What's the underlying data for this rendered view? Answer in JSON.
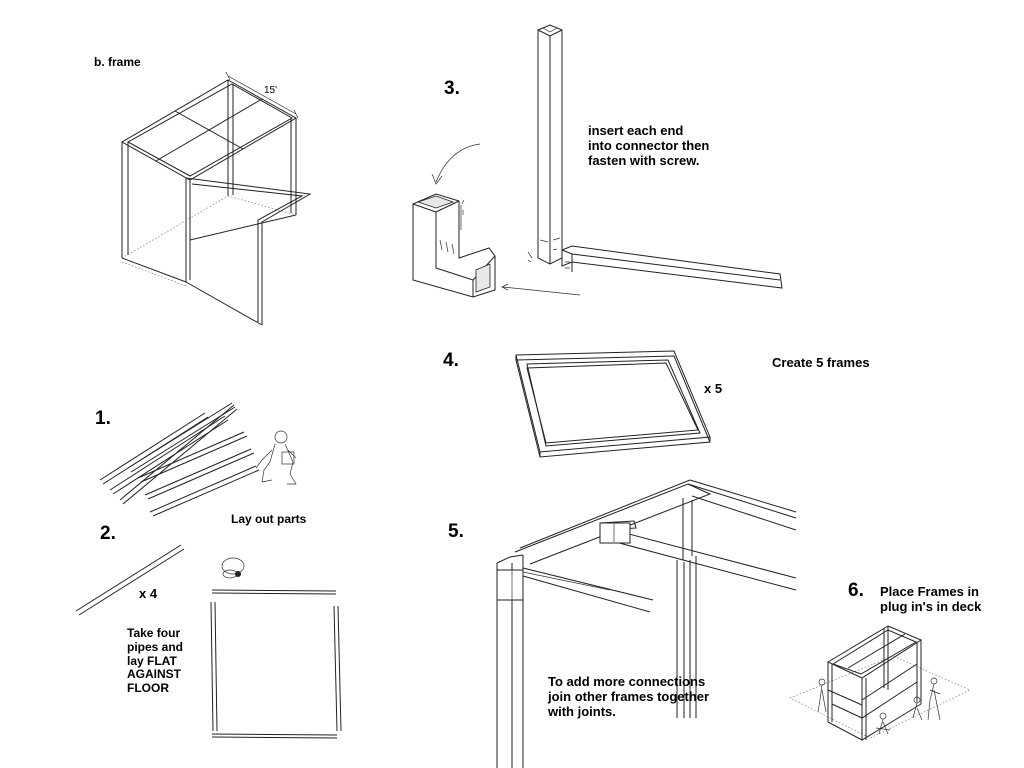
{
  "labels": {
    "frame_title": "b. frame",
    "dimension": "15'",
    "step1": "1.",
    "step2": "2.",
    "step3": "3.",
    "step4": "4.",
    "step5": "5.",
    "step6": "6.",
    "lay_out_parts": "Lay out parts",
    "times4": "x 4",
    "take_four": "Take four\npipes and\nlay FLAT\nAGAINST\nFLOOR",
    "insert_text": "insert each end\ninto connector then\nfasten with screw.",
    "create_frames": "Create 5 frames",
    "times5": "x 5",
    "add_connections": "To add more connections\njoin other frames together\nwith joints.",
    "place_frames": "Place Frames in\nplug in's in deck"
  }
}
